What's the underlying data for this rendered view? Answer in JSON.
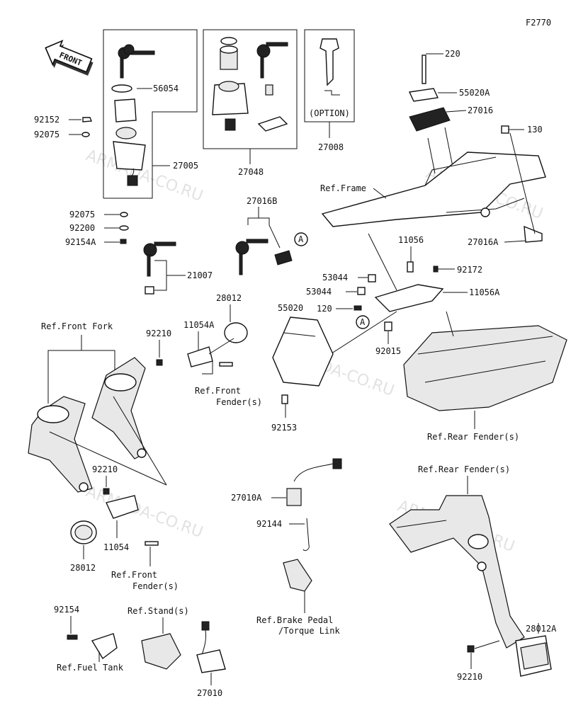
{
  "figure_code": "F2770",
  "front_arrow": "FRONT",
  "watermark": "ARMADA-CO.RU",
  "option_label": "(OPTION)",
  "callout_letter": "A",
  "labels": {
    "p220": "220",
    "p55020A": "55020A",
    "p27016": "27016",
    "p130": "130",
    "p56054": "56054",
    "p92152": "92152",
    "p92075a": "92075",
    "p27005": "27005",
    "p27048": "27048",
    "p27008": "27008",
    "p92075b": "92075",
    "p92200": "92200",
    "p92154A": "92154A",
    "p27016B": "27016B",
    "p21007": "21007",
    "refFrame": "Ref.Frame",
    "p27016A": "27016A",
    "p11056": "11056",
    "p53044a": "53044",
    "p53044b": "53044",
    "p92172": "92172",
    "p11056A": "11056A",
    "p120": "120",
    "p55020": "55020",
    "p28012a": "28012",
    "p11054A": "11054A",
    "p92210a": "92210",
    "refFrontFork": "Ref.Front Fork",
    "refFrontFender1a": "Ref.Front",
    "refFrontFender1b": "Fender(s)",
    "p92015": "92015",
    "p92153": "92153",
    "refRearFender1": "Ref.Rear Fender(s)",
    "refRearFender2": "Ref.Rear Fender(s)",
    "p92210b": "92210",
    "p27010A": "27010A",
    "p92144": "92144",
    "p11054": "11054",
    "p28012b": "28012",
    "refFrontFender2a": "Ref.Front",
    "refFrontFender2b": "Fender(s)",
    "refBrakePedalA": "Ref.Brake Pedal",
    "refBrakePedalB": "/Torque Link",
    "p92154": "92154",
    "refStand": "Ref.Stand(s)",
    "refFuelTank": "Ref.Fuel Tank",
    "p27010": "27010",
    "p28012A": "28012A",
    "p92210c": "92210"
  }
}
